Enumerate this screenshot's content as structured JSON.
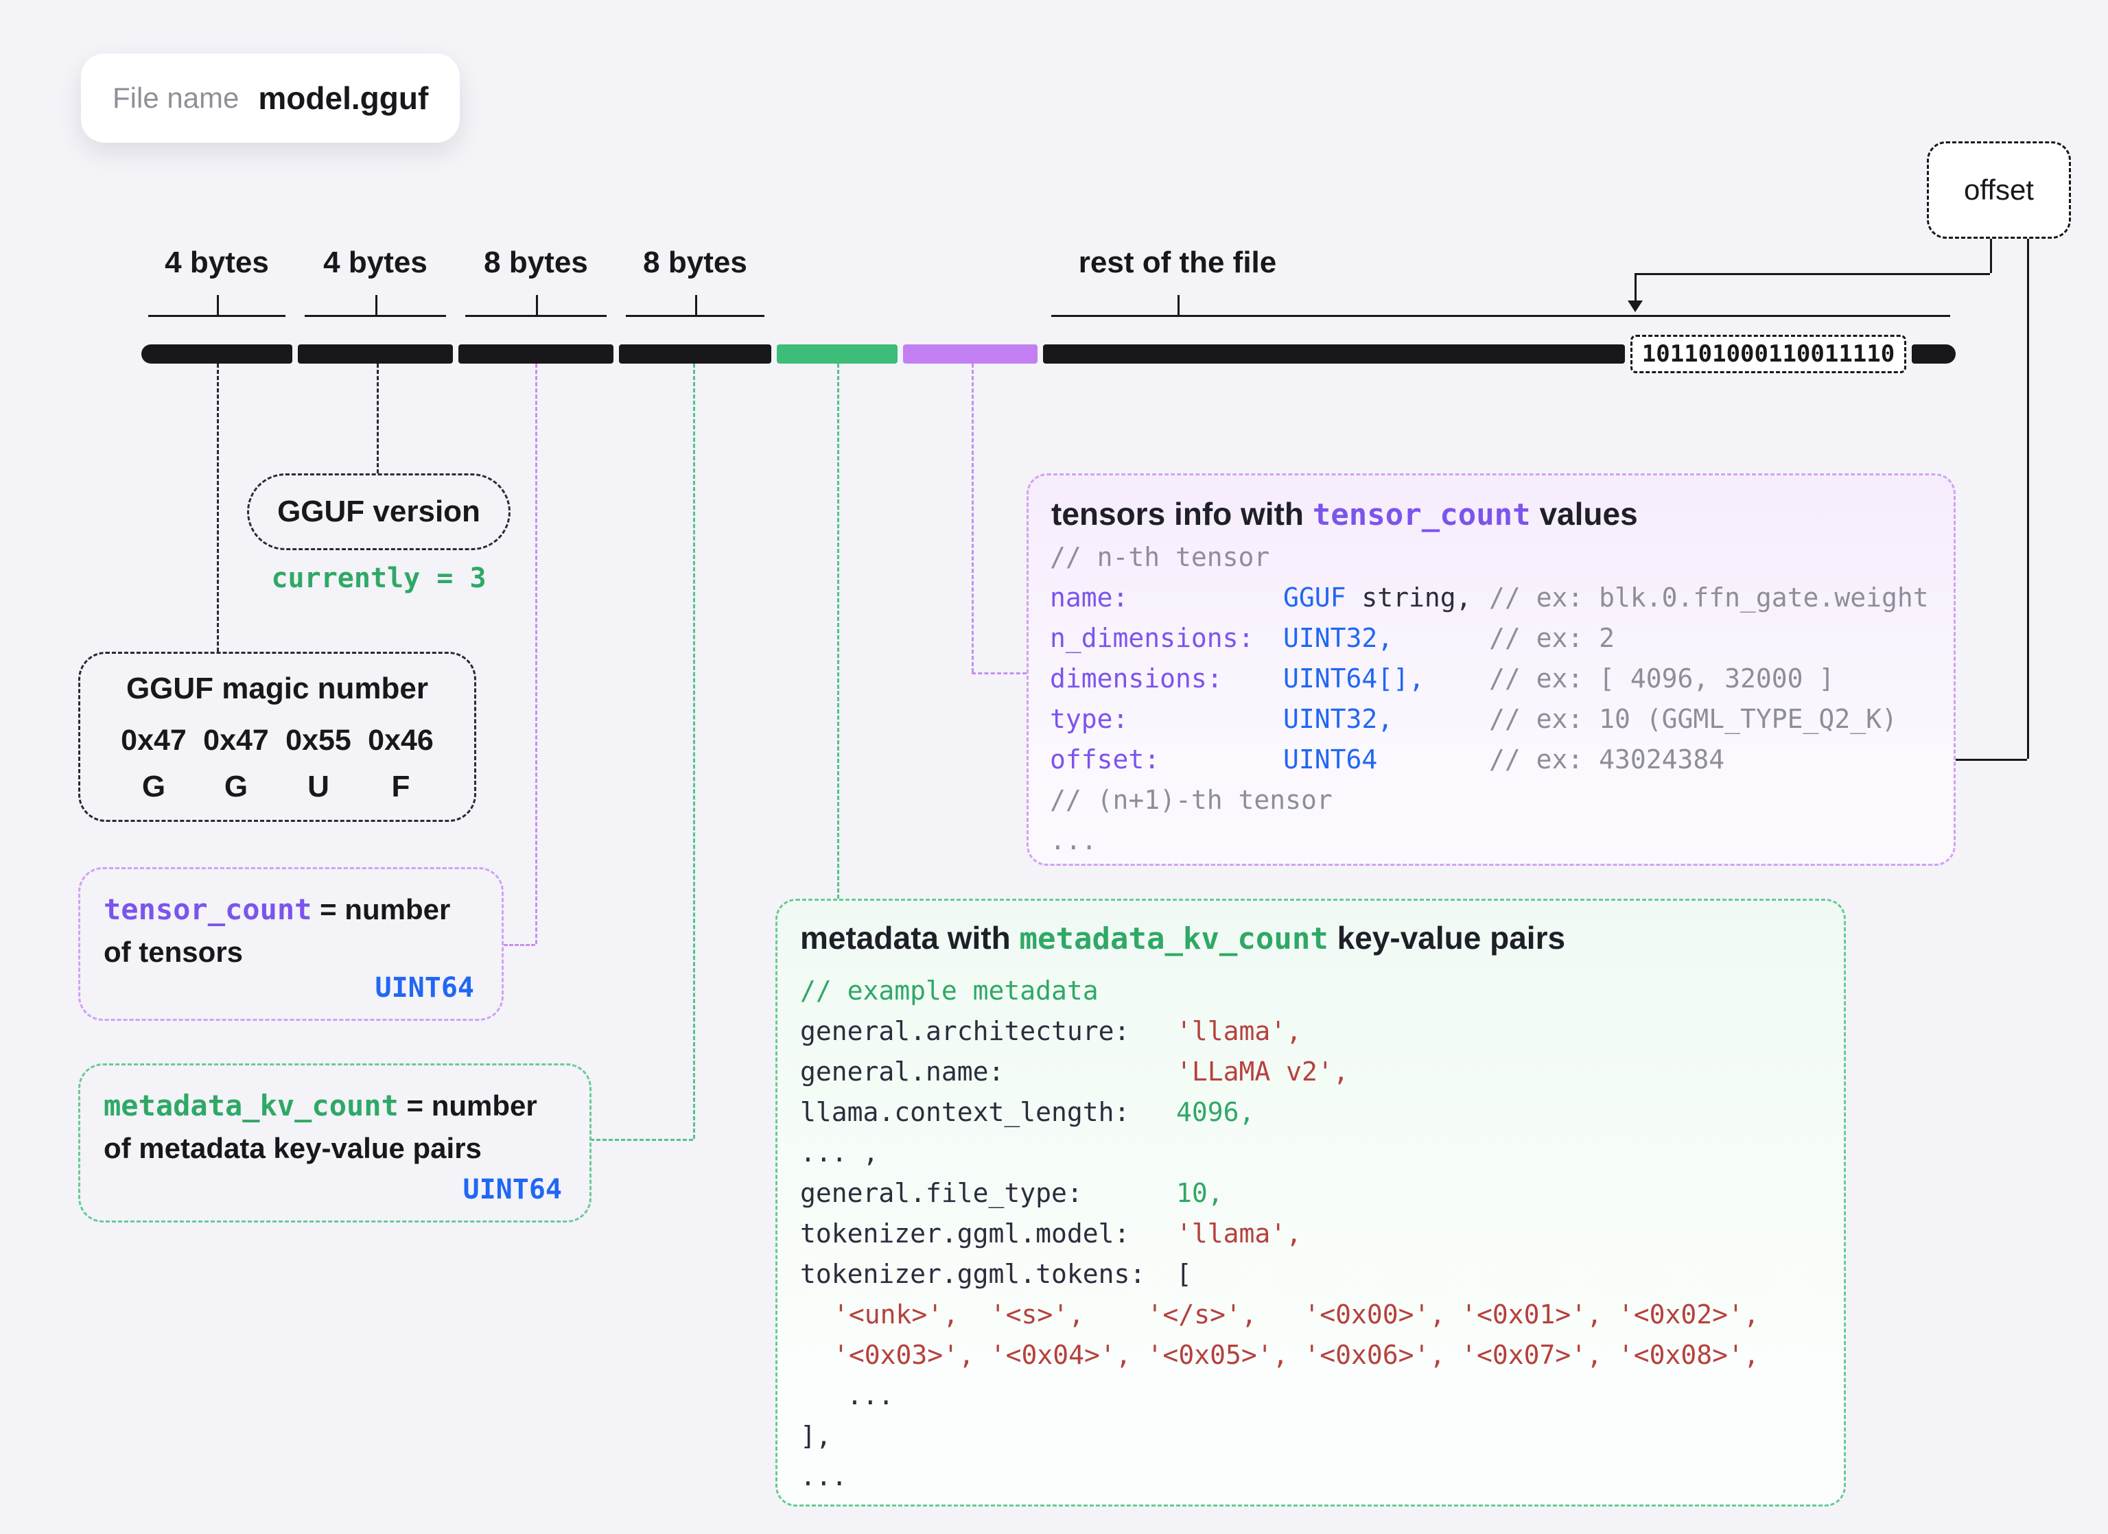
{
  "file_pill": {
    "label": "File name",
    "value": "model.gguf"
  },
  "offset_box": {
    "label": "offset"
  },
  "bar": {
    "size_labels": [
      "4 bytes",
      "4 bytes",
      "8 bytes",
      "8 bytes"
    ],
    "rest_label": "rest of the file",
    "binary": "101101000110011110",
    "segments": [
      "magic-number",
      "gguf-version",
      "tensor-count",
      "metadata-kv-count",
      "metadata",
      "tensors-info",
      "rest-of-file",
      "binary-bits",
      "end"
    ]
  },
  "version_callout": {
    "title": "GGUF version",
    "note": "currently = 3"
  },
  "magic_callout": {
    "title": "GGUF magic number",
    "pairs": [
      {
        "hex": "0x47",
        "ch": "G"
      },
      {
        "hex": "0x47",
        "ch": "G"
      },
      {
        "hex": "0x55",
        "ch": "U"
      },
      {
        "hex": "0x46",
        "ch": "F"
      }
    ]
  },
  "tensor_count_callout": {
    "code": "tensor_count",
    "eq": " = number",
    "line2": "of tensors",
    "type": "UINT64"
  },
  "metadata_kv_callout": {
    "code": "metadata_kv_count",
    "eq": " = number",
    "line2": "of metadata key-value pairs",
    "type": "UINT64"
  },
  "tensors_box": {
    "title_pre": "tensors info with ",
    "title_code": "tensor_count",
    "title_post": " values",
    "comment_top": "// n-th tensor",
    "rows": [
      {
        "key": "name:",
        "val_blue": "GGUF",
        "val_dark": " string,",
        "comment": "// ex: blk.0.ffn_gate.weight"
      },
      {
        "key": "n_dimensions:",
        "val_blue": "UINT32,",
        "val_dark": "",
        "comment": "// ex: 2"
      },
      {
        "key": "dimensions:",
        "val_blue": "UINT64[],",
        "val_dark": "",
        "comment": "// ex: [ 4096, 32000 ]"
      },
      {
        "key": "type:",
        "val_blue": "UINT32,",
        "val_dark": "",
        "comment": "// ex: 10 (GGML_TYPE_Q2_K)"
      },
      {
        "key": "offset:",
        "val_blue": "UINT64",
        "val_dark": "",
        "comment": "// ex: 43024384"
      }
    ],
    "comment_bottom": "// (n+1)-th tensor",
    "ellipsis": "..."
  },
  "metadata_box": {
    "title_pre": "metadata with ",
    "title_code": "metadata_kv_count",
    "title_post": " key-value pairs",
    "comment": "// example metadata",
    "rows": [
      {
        "key": "general.architecture:",
        "val": "'llama',"
      },
      {
        "key": "general.name:",
        "val": "'LLaMA v2',"
      },
      {
        "key": "llama.context_length:",
        "val": "4096,"
      },
      {
        "key": "... ,",
        "val": ""
      },
      {
        "key": "general.file_type:",
        "val": "10,"
      },
      {
        "key": "tokenizer.ggml.model:",
        "val": "'llama',"
      },
      {
        "key": "tokenizer.ggml.tokens:",
        "val": "["
      }
    ],
    "tokens_line1": "'<unk>',  '<s>',    '</s>',   '<0x00>', '<0x01>', '<0x02>',",
    "tokens_line2": "'<0x03>', '<0x04>', '<0x05>', '<0x06>', '<0x07>', '<0x08>',",
    "tokens_ellipsis": "...",
    "close_bracket": "],",
    "ellipsis": "..."
  },
  "colors": {
    "ink": "#17171c",
    "green_segment": "#3cbd78",
    "green_text": "#2fa866",
    "green_border": "#67cb94",
    "purple_segment": "#c17ff2",
    "purple_text": "#7c54ec",
    "purple_border": "#d2a1f2",
    "blue_type": "#2167f3",
    "red_string": "#b5413d",
    "comment_gray": "#8e8e9a",
    "background": "#f3f3f8"
  }
}
